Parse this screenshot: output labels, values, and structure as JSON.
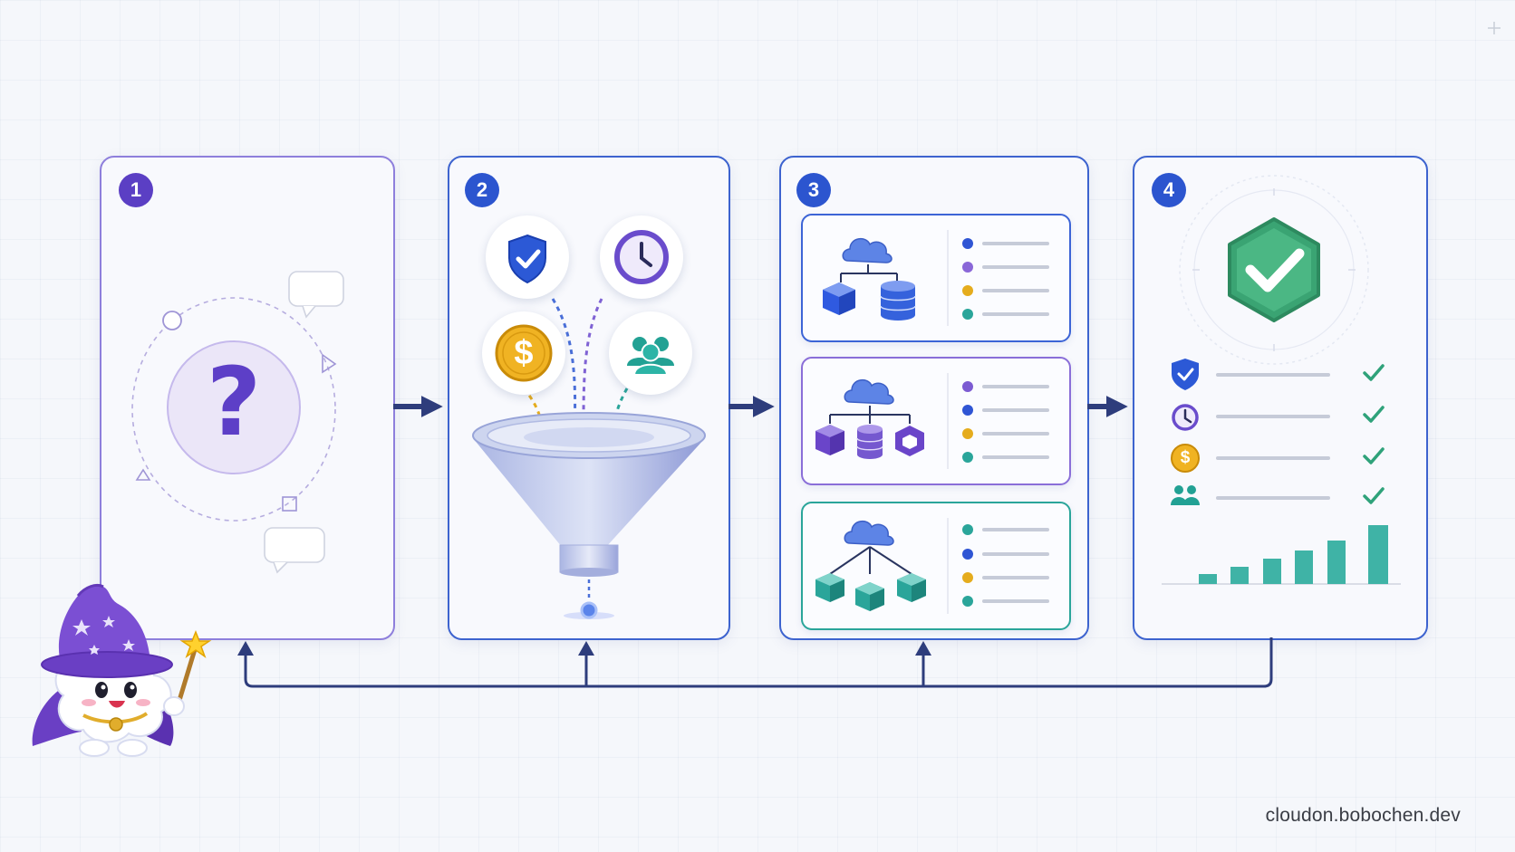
{
  "steps": [
    {
      "number": "1"
    },
    {
      "number": "2"
    },
    {
      "number": "3"
    },
    {
      "number": "4"
    }
  ],
  "step1": {
    "symbol": "?"
  },
  "step2": {
    "currency_symbol": "$"
  },
  "step4": {
    "currency_symbol": "$"
  },
  "colors": {
    "panel_1_border": "#8e7fdc",
    "panel_2_border": "#3d63cf",
    "panel_3_border": "#3d63cf",
    "panel_4_border": "#3d63cf",
    "purple": "#7c5bd2",
    "blue": "#2f55d4",
    "teal": "#2aa59a",
    "gold": "#e5ac1d",
    "green": "#3aa473",
    "arrow": "#2e3d7c"
  },
  "icons": [
    "question-icon",
    "shield-check-icon",
    "clock-icon",
    "dollar-icon",
    "people-icon",
    "funnel-icon",
    "cloud-icon",
    "cube-icon",
    "database-icon",
    "hexagon-check-icon",
    "check-icon",
    "bar-chart-icon",
    "wizard-mascot-icon",
    "chat-bubble-icon"
  ],
  "footer": {
    "domain": "cloudon.bobochen.dev"
  }
}
